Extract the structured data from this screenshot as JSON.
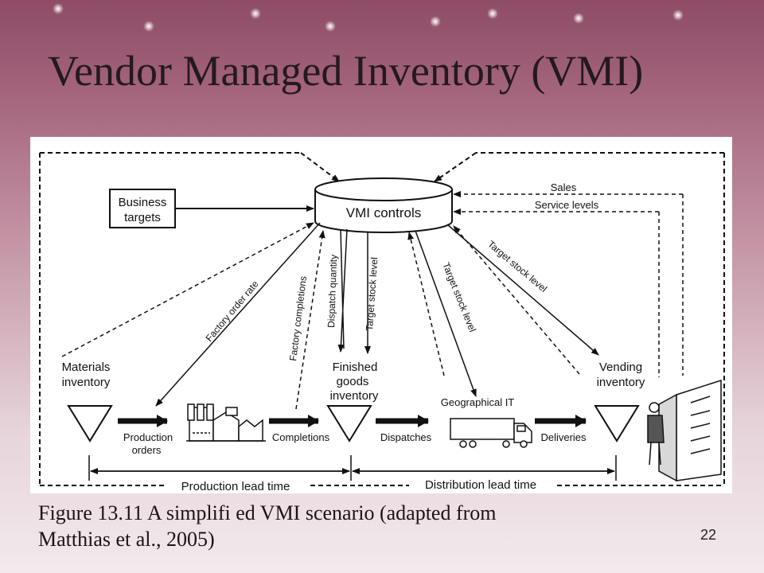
{
  "slide": {
    "title": "Vendor Managed Inventory (VMI)",
    "caption_line1": "Figure 13.11 A simplifi ed VMI scenario (adapted from",
    "caption_line2": "Matthias et al., 2005)",
    "page_number": "22"
  },
  "diagram": {
    "vmi_controls": "VMI controls",
    "business_targets_line1": "Business",
    "business_targets_line2": "targets",
    "sales": "Sales",
    "service_levels": "Service levels",
    "factory_order_rate": "Factory order rate",
    "factory_completions": "Factory completions",
    "dispatch_quantity": "Dispatch quantity",
    "target_stock_level_1": "Target stock level",
    "target_stock_level_2": "Target stock level",
    "target_stock_level_3": "Target stock level",
    "materials_inventory_line1": "Materials",
    "materials_inventory_line2": "inventory",
    "finished_goods_line1": "Finished",
    "finished_goods_line2": "goods",
    "finished_goods_line3": "inventory",
    "vending_inventory_line1": "Vending",
    "vending_inventory_line2": "inventory",
    "geographical_it": "Geographical IT",
    "production_orders_line1": "Production",
    "production_orders_line2": "orders",
    "completions": "Completions",
    "dispatches": "Dispatches",
    "deliveries": "Deliveries",
    "production_lead_time": "Production lead time",
    "distribution_lead_time": "Distribution lead time"
  }
}
